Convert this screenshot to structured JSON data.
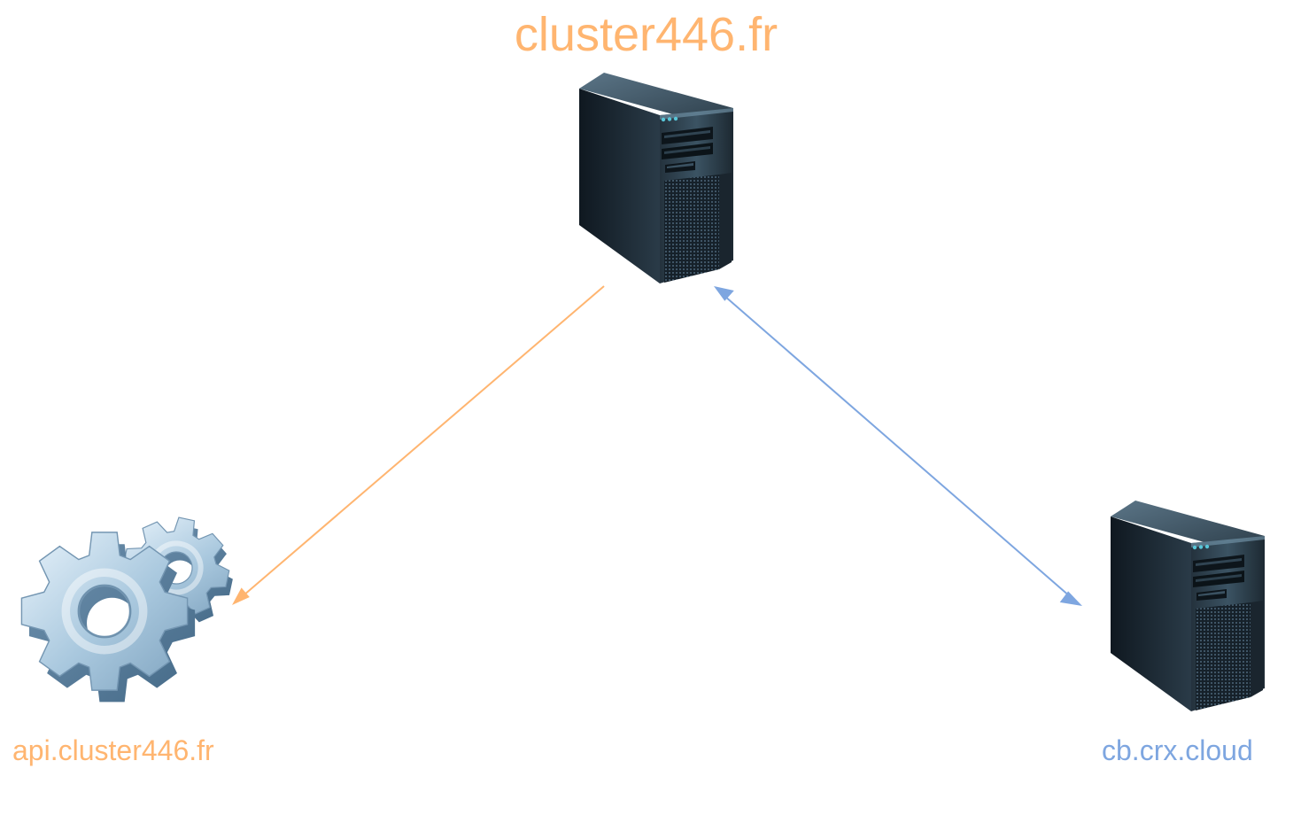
{
  "nodes": {
    "main_server": {
      "label": "cluster446.fr",
      "icon": "server-tower-icon",
      "color": "#ffb570"
    },
    "api_service": {
      "label": "api.cluster446.fr",
      "icon": "gears-icon",
      "color": "#ffb570"
    },
    "remote_server": {
      "label": "cb.crx.cloud",
      "icon": "server-tower-icon",
      "color": "#7ea6e0"
    }
  },
  "edges": [
    {
      "from": "cluster446.fr",
      "to": "api.cluster446.fr",
      "direction": "one-way",
      "color": "#ffb570"
    },
    {
      "from": "cluster446.fr",
      "to": "cb.crx.cloud",
      "direction": "bidirectional",
      "color": "#7ea6e0"
    }
  ]
}
